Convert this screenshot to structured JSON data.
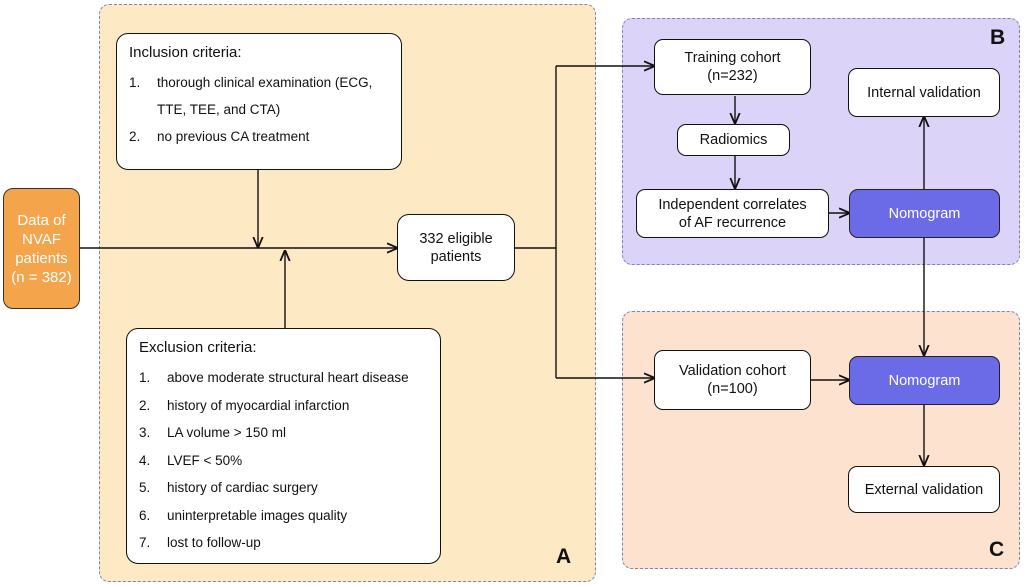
{
  "panels": {
    "a_label": "A",
    "b_label": "B",
    "c_label": "C"
  },
  "source": {
    "lines": [
      "Data of",
      "NVAF",
      "patients",
      "(n = 382)"
    ]
  },
  "inclusion": {
    "title": "Inclusion criteria:",
    "items": [
      {
        "num": "1.",
        "text": "thorough clinical examination (ECG, TTE, TEE, and CTA)"
      },
      {
        "num": "2.",
        "text": "no previous CA treatment"
      }
    ]
  },
  "exclusion": {
    "title": "Exclusion criteria:",
    "items": [
      {
        "num": "1.",
        "text": "above moderate structural heart disease"
      },
      {
        "num": "2.",
        "text": "history of myocardial infarction"
      },
      {
        "num": "3.",
        "text": "LA volume > 150 ml"
      },
      {
        "num": "4.",
        "text": "LVEF < 50%"
      },
      {
        "num": "5.",
        "text": "history of cardiac surgery"
      },
      {
        "num": "6.",
        "text": "uninterpretable images quality"
      },
      {
        "num": "7.",
        "text": "lost to follow-up"
      }
    ]
  },
  "eligible": {
    "lines": [
      "332 eligible",
      "patients"
    ]
  },
  "training": {
    "lines": [
      "Training cohort",
      "(n=232)"
    ]
  },
  "radiomics": {
    "label": "Radiomics"
  },
  "correlates": {
    "lines": [
      "Independent correlates",
      "of AF recurrence"
    ]
  },
  "nomogram_b": {
    "label": "Nomogram"
  },
  "internal": {
    "label": "Internal validation"
  },
  "validation": {
    "lines": [
      "Validation cohort",
      "(n=100)"
    ]
  },
  "nomogram_c": {
    "label": "Nomogram"
  },
  "external": {
    "label": "External validation"
  },
  "colors": {
    "panel_a": "#fde9c4",
    "panel_b": "#dcd3f8",
    "panel_c": "#fde2cf",
    "nomogram": "#6b6be8",
    "source": "#f4a54c"
  }
}
